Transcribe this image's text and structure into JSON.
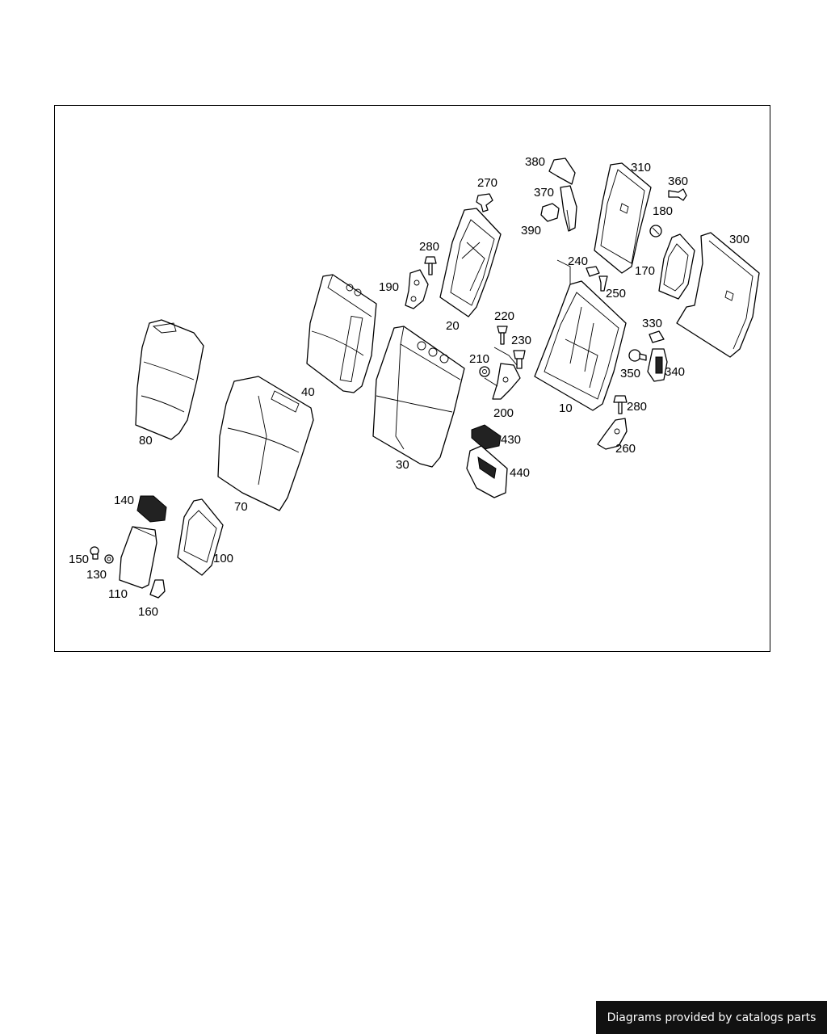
{
  "labels": {
    "p10": "10",
    "p20": "20",
    "p30": "30",
    "p40": "40",
    "p70": "70",
    "p80": "80",
    "p100": "100",
    "p110": "110",
    "p130": "130",
    "p140": "140",
    "p150": "150",
    "p160": "160",
    "p170": "170",
    "p180": "180",
    "p190": "190",
    "p200": "200",
    "p210": "210",
    "p220": "220",
    "p230": "230",
    "p240": "240",
    "p250": "250",
    "p260": "260",
    "p270": "270",
    "p280a": "280",
    "p280b": "280",
    "p300": "300",
    "p310": "310",
    "p330": "330",
    "p340": "340",
    "p350": "350",
    "p360": "360",
    "p370": "370",
    "p380": "380",
    "p390": "390",
    "p430": "430",
    "p440": "440"
  },
  "footer": {
    "credit": "Diagrams provided by catalogs parts"
  }
}
